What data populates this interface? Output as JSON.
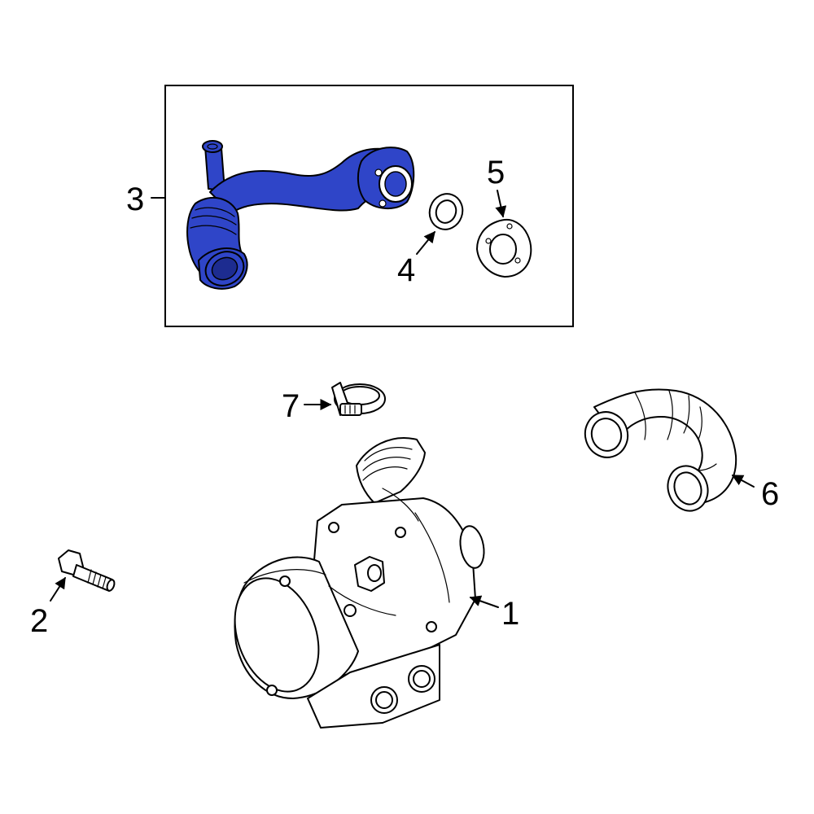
{
  "diagram": {
    "highlight_color": "#2f45c8",
    "callouts": {
      "c1": "1",
      "c2": "2",
      "c3": "3",
      "c4": "4",
      "c5": "5",
      "c6": "6",
      "c7": "7"
    }
  }
}
